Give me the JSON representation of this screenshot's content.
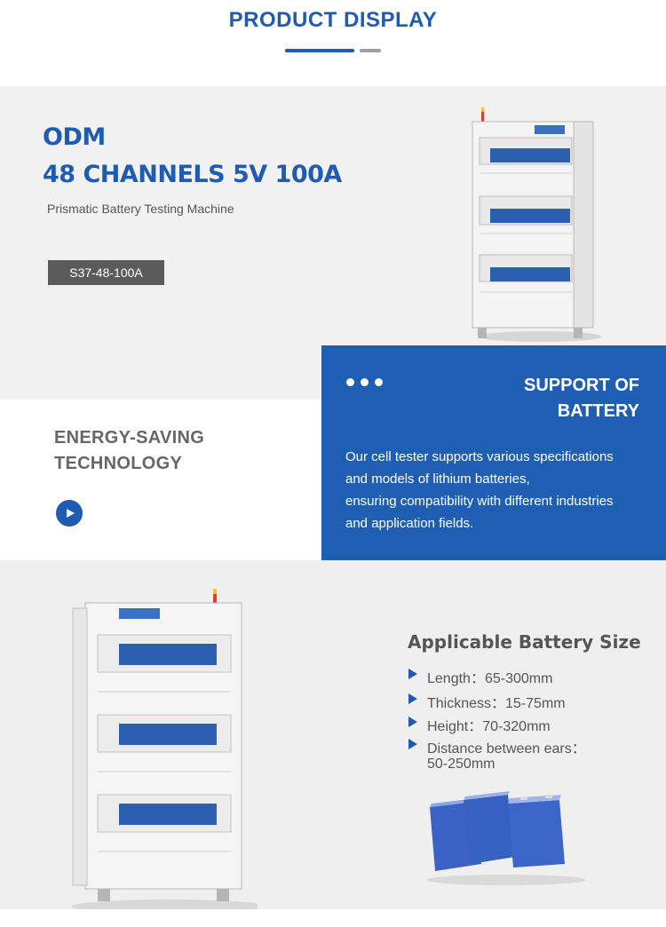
{
  "header": {
    "title": "PRODUCT DISPLAY",
    "accent_color": "#1f5bb0",
    "divider_color": "#9aa0a6"
  },
  "product": {
    "line1": "ODM",
    "line2": "48 CHANNELS 5V 100A",
    "subtitle": "Prismatic Battery Testing Machine",
    "model": "S37-48-100A",
    "image": "battery-testing-cabinet"
  },
  "energy": {
    "line1": "ENERGY-SAVING",
    "line2": "TECHNOLOGY",
    "play_icon": "play-icon"
  },
  "support": {
    "line1": "SUPPORT OF",
    "line2": "BATTERY",
    "panel_color": "#1f5fb3",
    "description": [
      "Our cell tester supports various specifications",
      "and models of lithium batteries,",
      "ensuring compatibility with different industries",
      "and application fields."
    ]
  },
  "sizes": {
    "title": "Applicable Battery Size",
    "specs": [
      "Length：65-300mm",
      "Thickness：15-75mm",
      "Height：70-320mm",
      "Distance between ears："
    ],
    "spec_last_cont": "50-250mm",
    "bullet_icon": "triangle-bullet-icon",
    "image": "prismatic-battery-cells"
  }
}
